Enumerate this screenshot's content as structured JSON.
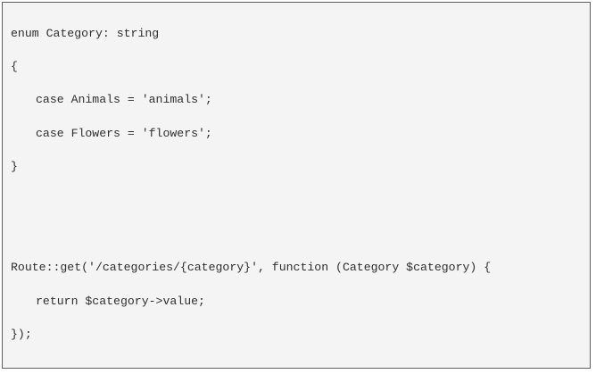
{
  "code": {
    "lines": [
      "enum Category: string",
      "{",
      "case Animals = 'animals';",
      "case Flowers = 'flowers';",
      "}",
      "Route::get('/categories/{category}', function (Category $category) {",
      "return $category->value;",
      "});"
    ]
  }
}
